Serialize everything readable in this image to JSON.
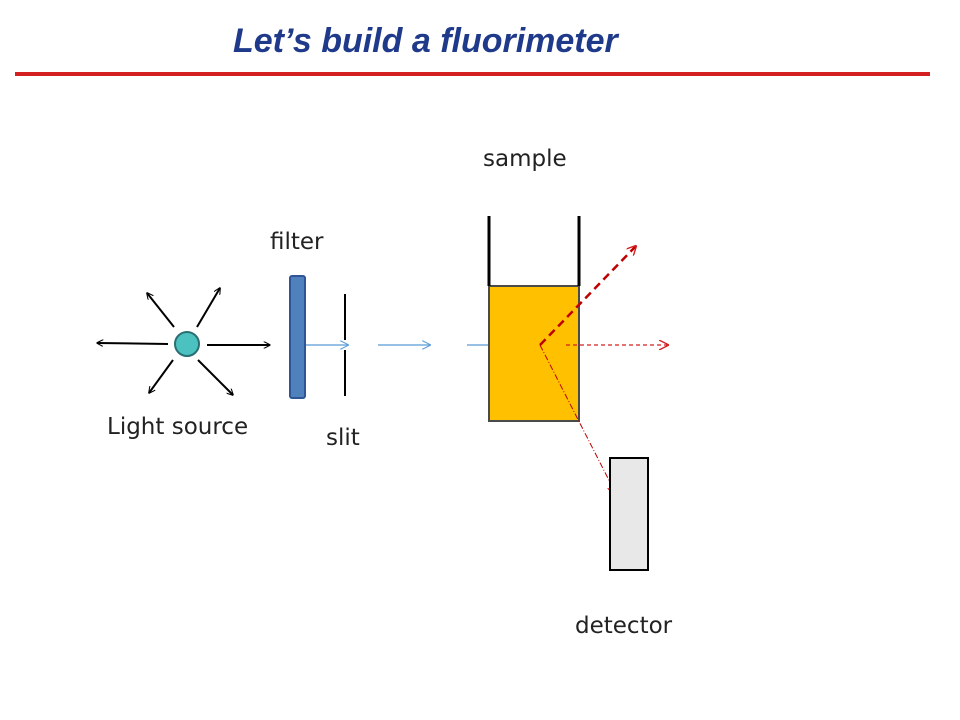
{
  "slide": {
    "title": "Let’s build a fluorimeter"
  },
  "labels": {
    "sample": "sample",
    "filter": "filter",
    "light_source": "Light source",
    "slit": "slit",
    "detector": "detector"
  },
  "colors": {
    "title": "#1f3a8a",
    "rule": "#d42020",
    "sample_fill": "#ffc000",
    "filter_fill": "#4f81bd",
    "source_fill": "#4bc2c0",
    "detector_fill": "#e8e8e8",
    "excitation_beam": "#5b9bd5",
    "emission_beam": "#d42020"
  }
}
